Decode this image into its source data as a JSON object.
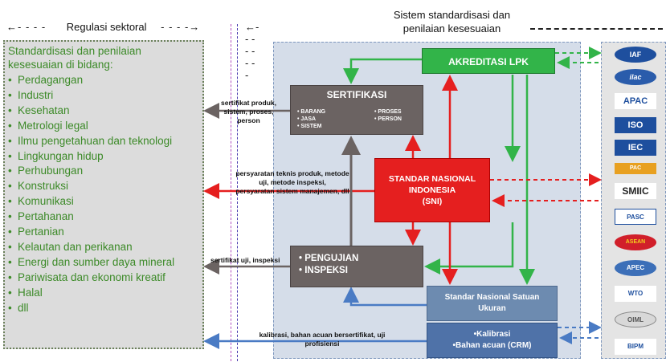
{
  "header": {
    "left_label": "Regulasi sektoral",
    "right_label_line1": "Sistem standardisasi dan",
    "right_label_line2": "penilaian kesesuaian"
  },
  "left_panel": {
    "title_line1": "Standardisasi dan penilaian",
    "title_line2": "kesesuaian di bidang:",
    "items": [
      "Perdagangan",
      "Industri",
      "Kesehatan",
      "Metrologi legal",
      "Ilmu pengetahuan dan teknologi",
      "Lingkungan hidup",
      "Perhubungan",
      "Konstruksi",
      "Komunikasi",
      "Pertahanan",
      "Pertanian",
      "Kelautan dan perikanan",
      "Energi dan sumber daya mineral",
      "Pariwisata dan ekonomi kreatif",
      "Halal",
      "dll"
    ]
  },
  "boxes": {
    "akreditasi": "AKREDITASI  LPK",
    "sertifikasi": {
      "title": "SERTIFIKASI",
      "col1": [
        "BARANG",
        "JASA",
        "SISTEM"
      ],
      "col2": [
        "PROSES",
        "PERSON"
      ]
    },
    "sni": {
      "line1": "STANDAR NASIONAL",
      "line2": "INDONESIA",
      "line3": "(SNI)"
    },
    "pengujian": {
      "line1": "PENGUJIAN",
      "line2": "INSPEKSI"
    },
    "snsu": {
      "line1": "Standar Nasional Satuan",
      "line2": "Ukuran"
    },
    "kalibrasi": {
      "line1": "Kalibrasi",
      "line2": "Bahan acuan (CRM)"
    }
  },
  "labels": {
    "cert_out_1": "sertifikat produk,",
    "cert_out_2": "sistem, proses,",
    "cert_out_3": "person",
    "sni_out_1": "persyaratan teknis produk, metode",
    "sni_out_2": "uji, metode inspeksi,",
    "sni_out_3": "persyaratan sistem manajemen, dll",
    "test_out": "sertifikat uji, inspeksi",
    "cal_out_1": "kalibrasi, bahan acuan bersertifikat, uji",
    "cal_out_2": "profisiensi"
  },
  "logos": [
    "IAF",
    "ilac",
    "APAC",
    "ISO",
    "IEC",
    "PAC",
    "SMIIC",
    "PASC",
    "ASEAN",
    "APEC",
    "WTO",
    "OIML",
    "BIPM"
  ],
  "colors": {
    "green": "#32b449",
    "red": "#e51f1f",
    "gray": "#6b6362",
    "blue": "#4f72a8",
    "left_text": "#3c8a28"
  }
}
